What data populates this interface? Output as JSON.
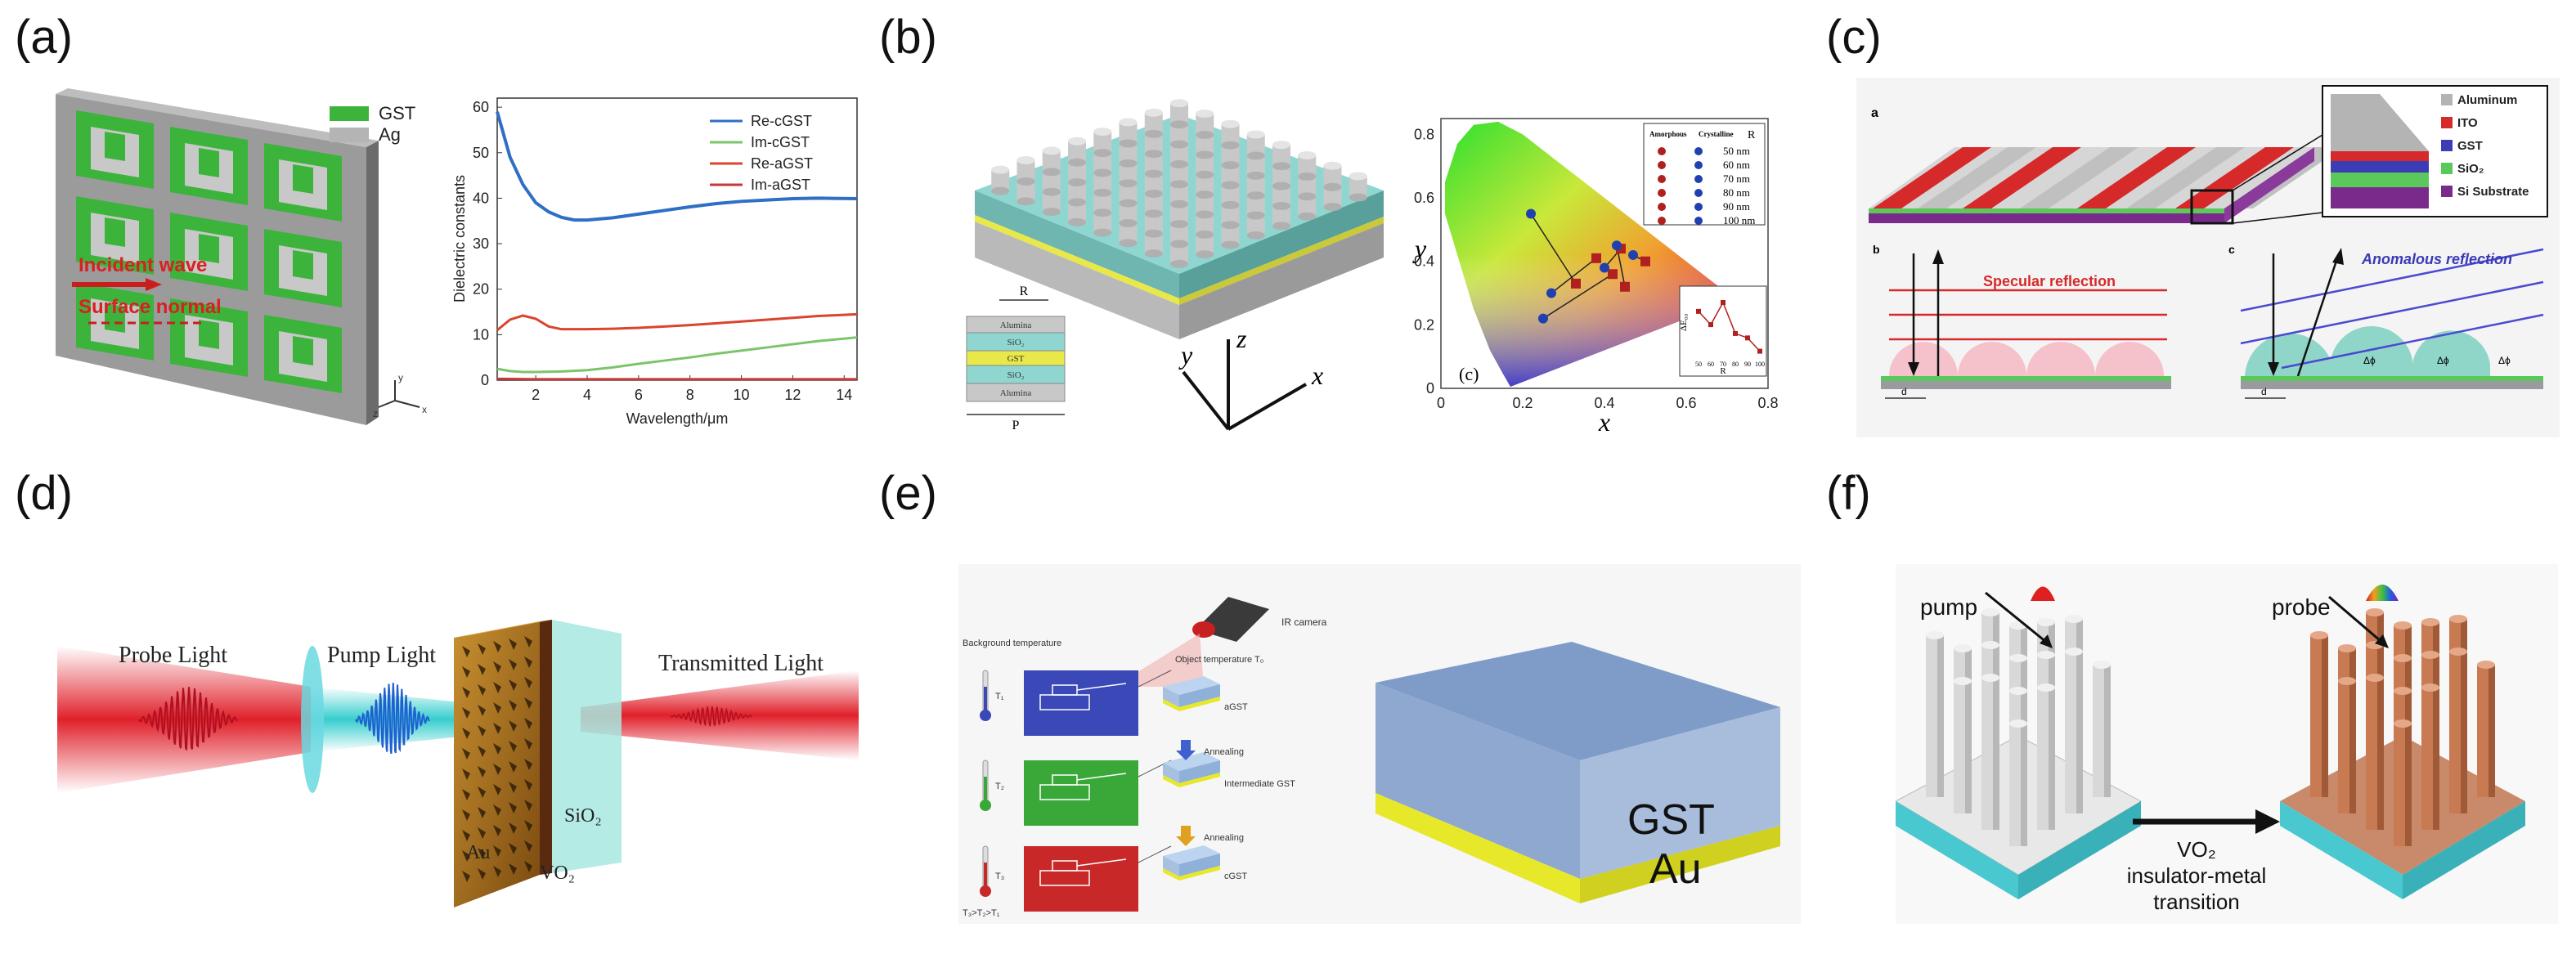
{
  "labels": {
    "a": "(a)",
    "b": "(b)",
    "c": "(c)",
    "d": "(d)",
    "e": "(e)",
    "f": "(f)"
  },
  "panel_a": {
    "legend_gst": "GST",
    "legend_ag": "Ag",
    "incident_wave": "Incident wave",
    "surface_normal": "Surface normal",
    "chart_data": {
      "type": "line",
      "xlabel": "Wavelength/μm",
      "ylabel": "Dielectric constants",
      "xlim": [
        0.5,
        14.5
      ],
      "ylim": [
        0,
        62
      ],
      "xticks": [
        2,
        4,
        6,
        8,
        10,
        12,
        14
      ],
      "yticks": [
        0,
        10,
        20,
        30,
        40,
        50,
        60
      ],
      "legend_position": "top-right",
      "series": [
        {
          "name": "Re-cGST",
          "color": "#2f6fc4",
          "x": [
            0.5,
            1,
            1.5,
            2,
            2.5,
            3,
            3.5,
            4,
            5,
            6,
            7,
            8,
            9,
            10,
            11,
            12,
            13,
            14.5
          ],
          "y": [
            59,
            49,
            43,
            39,
            37,
            35.8,
            35.2,
            35.2,
            35.7,
            36.5,
            37.3,
            38.1,
            38.8,
            39.3,
            39.6,
            39.9,
            40,
            39.9
          ]
        },
        {
          "name": "Im-cGST",
          "color": "#7cc46b",
          "x": [
            0.5,
            1,
            1.5,
            2,
            3,
            4,
            5,
            6,
            7,
            8,
            9,
            10,
            11,
            12,
            13,
            14.5
          ],
          "y": [
            2.5,
            2,
            1.8,
            1.8,
            1.9,
            2.2,
            2.8,
            3.6,
            4.3,
            5,
            5.8,
            6.5,
            7.2,
            7.9,
            8.6,
            9.4
          ]
        },
        {
          "name": "Re-aGST",
          "color": "#d9452d",
          "x": [
            0.5,
            1,
            1.5,
            2,
            2.5,
            3,
            4,
            5,
            6,
            7,
            8,
            9,
            10,
            11,
            12,
            13,
            14.5
          ],
          "y": [
            11,
            13.3,
            14.2,
            13.5,
            11.8,
            11.2,
            11.2,
            11.3,
            11.5,
            11.8,
            12.1,
            12.5,
            12.9,
            13.3,
            13.7,
            14.1,
            14.5
          ]
        },
        {
          "name": "Im-aGST",
          "color": "#c43a3a",
          "x": [
            0.5,
            2,
            4,
            6,
            8,
            10,
            12,
            14.5
          ],
          "y": [
            0.3,
            0.2,
            0.2,
            0.2,
            0.2,
            0.2,
            0.2,
            0.2
          ]
        }
      ]
    }
  },
  "panel_b": {
    "dim_R": "R",
    "dim_P": "P",
    "layers": [
      "Alumina",
      "SiO₂",
      "GST",
      "SiO₂",
      "Alumina"
    ],
    "axis_x": "x",
    "axis_y": "y",
    "axis_z": "z",
    "sub_label": "(c)",
    "legend_header": [
      "Amorphous",
      "Crystalline",
      "R"
    ],
    "legend_rows": [
      "50 nm",
      "60 nm",
      "70 nm",
      "80 nm",
      "90 nm",
      "100 nm"
    ],
    "inset_ylabel": "ΔE₀₀",
    "inset_xlabel": "R",
    "inset_xticks": [
      "50",
      "60",
      "70",
      "80",
      "90",
      "100"
    ],
    "chart_data": {
      "type": "scatter",
      "xlabel": "x",
      "ylabel": "y",
      "xlim": [
        0,
        0.8
      ],
      "ylim": [
        0,
        0.85
      ],
      "xticks": [
        "0",
        "0.2",
        "0.4",
        "0.6",
        "0.8"
      ],
      "yticks": [
        "0",
        "0.2",
        "0.4",
        "0.6",
        "0.8"
      ],
      "series": [
        {
          "name": "Amorphous",
          "color": "#b02020",
          "points": [
            [
              0.33,
              0.33
            ],
            [
              0.38,
              0.41
            ],
            [
              0.42,
              0.36
            ],
            [
              0.44,
              0.44
            ],
            [
              0.5,
              0.4
            ],
            [
              0.45,
              0.32
            ]
          ]
        },
        {
          "name": "Crystalline",
          "color": "#2040b0",
          "points": [
            [
              0.22,
              0.55
            ],
            [
              0.27,
              0.3
            ],
            [
              0.25,
              0.22
            ],
            [
              0.4,
              0.38
            ],
            [
              0.47,
              0.42
            ],
            [
              0.43,
              0.45
            ]
          ]
        }
      ],
      "inset": {
        "type": "line",
        "x": [
          50,
          60,
          70,
          80,
          90,
          100
        ],
        "y": [
          10,
          7,
          12,
          5,
          4,
          1
        ]
      }
    }
  },
  "panel_c": {
    "sub_a": "a",
    "sub_b": "b",
    "sub_c": "c",
    "legend": [
      "Aluminum",
      "ITO",
      "GST",
      "SiO₂",
      "Si Substrate"
    ],
    "legend_colors": [
      "#b4b4b4",
      "#d62a2a",
      "#3c3cb4",
      "#5ac85a",
      "#7a2a8a"
    ],
    "specular": "Specular reflection",
    "anomalous": "Anomalous reflection",
    "phase": "Δϕ",
    "dim_d": "d"
  },
  "panel_d": {
    "probe": "Probe Light",
    "pump": "Pump Light",
    "transmitted": "Transmitted Light",
    "sio2": "SiO₂",
    "au": "Au",
    "vo2": "VO₂"
  },
  "panel_e": {
    "ir_camera": "IR camera",
    "background_temp": "Background temperature",
    "object_temp": "Object temperature T₀",
    "t1": "T₁",
    "t2": "T₂",
    "t3": "T₃",
    "t_order": "T₃>T₂>T₁",
    "agst": "aGST",
    "intermediate": "Intermediate GST",
    "cgst": "cGST",
    "annealing1": "Annealing",
    "annealing2": "Annealing",
    "gst": "GST",
    "au": "Au"
  },
  "panel_f": {
    "pump": "pump",
    "probe": "probe",
    "transition_l1": "VO₂",
    "transition_l2": "insulator-metal",
    "transition_l3": "transition"
  }
}
